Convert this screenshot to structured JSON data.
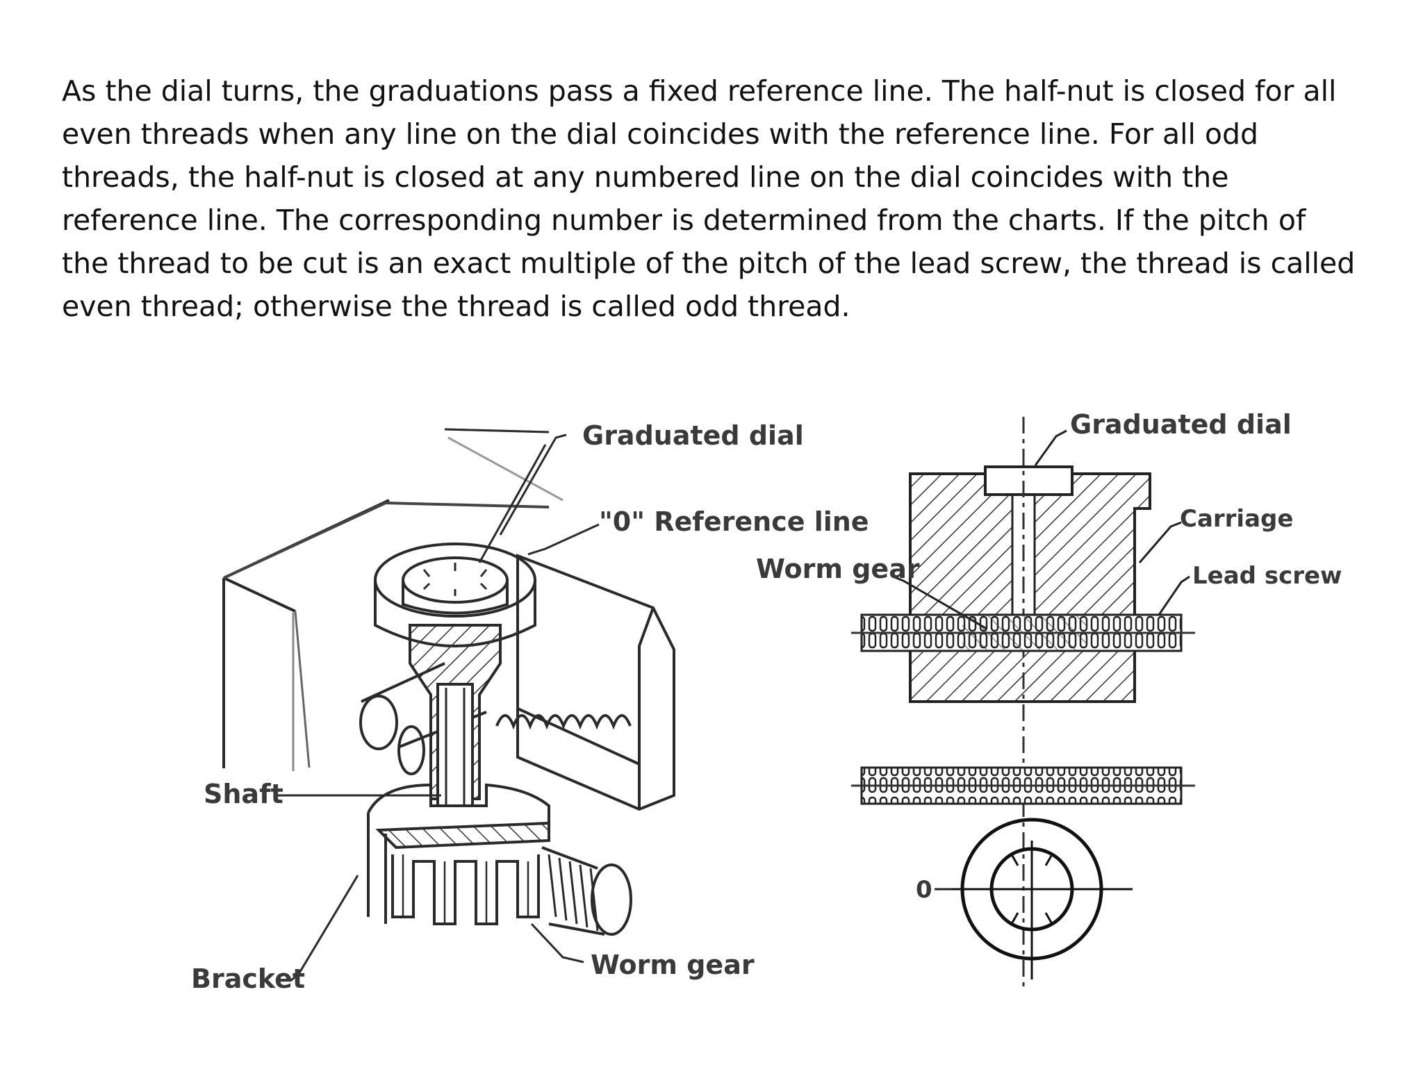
{
  "paragraph": {
    "lines": [
      "As the dial turns, the graduations pass a fixed reference line. The half-nut is closed for all",
      "even threads when any line on the dial coincides with the reference line. For all odd",
      "threads, the half-nut is closed at any numbered line on the dial coincides with the",
      "reference line. The corresponding number is determined from the charts. If the pitch of",
      "the thread to be cut is an exact multiple of the pitch of the lead screw, the thread is called",
      "even thread; otherwise the thread is called odd thread."
    ]
  },
  "figure_left": {
    "labels": {
      "graduated_dial": "Graduated dial",
      "reference_line": "\"0\" Reference line",
      "shaft": "Shaft",
      "bracket": "Bracket",
      "worm_gear": "Worm gear"
    }
  },
  "figure_right": {
    "labels": {
      "graduated_dial": "Graduated dial",
      "carriage": "Carriage",
      "lead_screw": "Lead screw",
      "worm_gear": "Worm gear",
      "zero_mark": "0"
    }
  },
  "colors": {
    "text": "#111111",
    "drawing": "#2a2a2a",
    "label": "#3a3a3a"
  }
}
